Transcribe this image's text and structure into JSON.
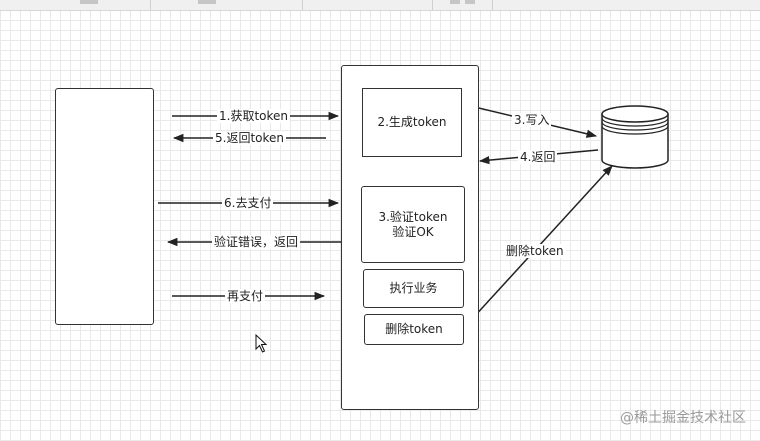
{
  "arrows": {
    "get_token": "1.获取token",
    "return_token": "5.返回token",
    "go_pay": "6.去支付",
    "verify_fail": "验证错误，返回",
    "pay_again": "再支付",
    "write": "3.写入",
    "return": "4.返回",
    "delete_token_label": "删除token"
  },
  "boxes": {
    "generate": "2.生成token",
    "verify_line1": "3.验证token",
    "verify_line2": "验证OK",
    "execute": "执行业务",
    "delete": "删除token"
  },
  "watermark": "@稀土掘金技术社区"
}
